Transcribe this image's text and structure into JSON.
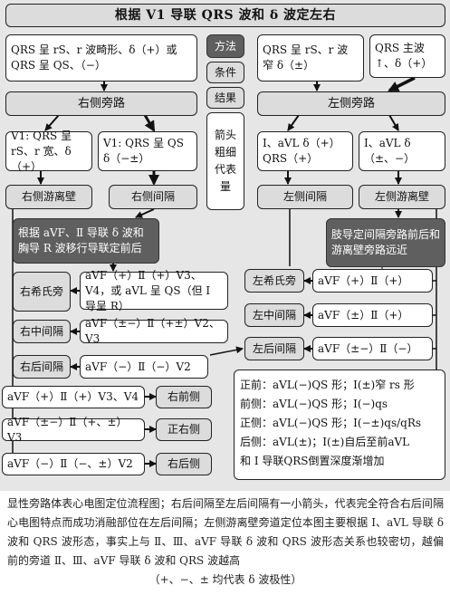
{
  "title": "根据 V1 导联 QRS 波和 δ 波定左右",
  "top_left_criteria": "QRS 呈 rS、r 波畸形、δ（+）或 QRS 呈 QS、（−）",
  "legend": {
    "method": "方法",
    "condition": "条件",
    "result": "结果",
    "arrow_note": "箭头粗细代表量"
  },
  "top_right_criteria_1": "QRS 呈 rS、r 波窄 δ（±）",
  "top_right_criteria_2": "QRS 主波↑、δ（+）",
  "right_pathway": "右侧旁路",
  "left_pathway": "左侧旁路",
  "right_sub_1": "V1: QRS 呈 rS、r 宽、δ（+）",
  "right_sub_2": "V1: QRS 呈 QS δ（−±）",
  "left_sub_1": "Ⅰ、aVL δ（+）QRS（+）",
  "left_sub_2": "Ⅰ、aVL δ（±、−）",
  "right_free_wall": "右侧游离壁",
  "right_septum": "右侧间隔",
  "left_septum": "左侧间隔",
  "left_free_wall": "左侧游离壁",
  "right_method": "根据 aVF、Ⅱ 导联 δ 波和胸导 R 波移行导联定前后",
  "left_method": "肢导定间隔旁路前后和游离壁旁路远近",
  "right_anteroseptal": "右希氏旁",
  "right_anteroseptal_cond": "aVF（+）Ⅱ（+）V3、V4，或 aVL 呈 QS（但 Ⅰ 导呈 R）",
  "right_midseptal": "右中间隔",
  "right_midseptal_cond": "aVF（±−）Ⅱ（+±）V2、V3",
  "right_posteroseptal": "右后间隔",
  "right_posteroseptal_cond": "aVF（−）Ⅱ（−）V2",
  "left_anteroseptal": "左希氏旁",
  "left_anteroseptal_cond": "aVF（+）Ⅱ（+）",
  "left_midseptal": "左中间隔",
  "left_midseptal_cond": "aVF（±）Ⅱ（+）",
  "left_posteroseptal": "左后间隔",
  "left_posteroseptal_cond": "aVF（±−）Ⅱ（−）",
  "right_anterior_cond": "aVF（+）Ⅱ（+）V3、V4",
  "right_anterior": "右前侧",
  "right_lateral_cond": "aVF（±−）Ⅱ（+、±）V3",
  "right_lateral": "正右侧",
  "right_posterior_cond": "aVF（−）Ⅱ（−、±）V2",
  "right_posterior": "右后侧",
  "left_wall_lines": [
    "正前：aVL(−)QS 形；Ⅰ(±)窄 rs 形",
    "前侧：aVL(−)QS 形；Ⅰ(−)qs",
    "正侧：aVL(−)QS 形；Ⅰ(−±)qs/qRs",
    "后侧：aVL(±)；Ⅰ(±)自后至前aVL",
    "和 Ⅰ 导联QRS倒置深度渐增加"
  ],
  "caption": "显性旁路体表心电图定位流程图；右后间隔至左后间隔有一小箭头，代表完全符合右后间隔心电图特点而成功消融部位在左后间隔；左侧游离壁旁道定位本图主要根据 Ⅰ、aVL 导联 δ 波和 QRS 波形态，事实上与 Ⅱ、Ⅲ、aVF 导联 δ 波和 QRS 波形态关系也较密切，越偏前的旁道 Ⅱ、Ⅲ、aVF 导联 δ 波和 QRS 波越高",
  "caption_note": "（+、−、± 均代表 δ 波极性）"
}
